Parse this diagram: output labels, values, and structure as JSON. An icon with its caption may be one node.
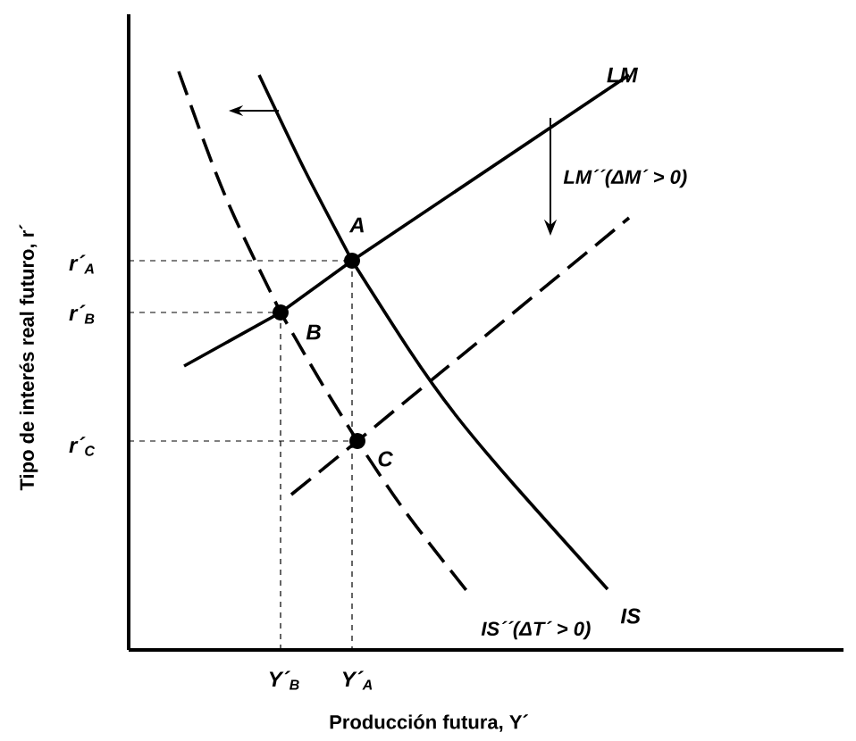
{
  "diagram": {
    "labels": [
      "LM",
      "LM´´(ΔM´ > 0)",
      "A",
      "B",
      "C",
      "r´$_{A}$",
      "r´$_{B}$",
      "r´$_{C}$",
      "IS",
      "IS´´(ΔT´ > 0)",
      "Y´$_{B}$",
      "Y´$_{A}$",
      "Tipo de interés real futuro, r´",
      "Producción futura, Y´"
    ]
  }
}
